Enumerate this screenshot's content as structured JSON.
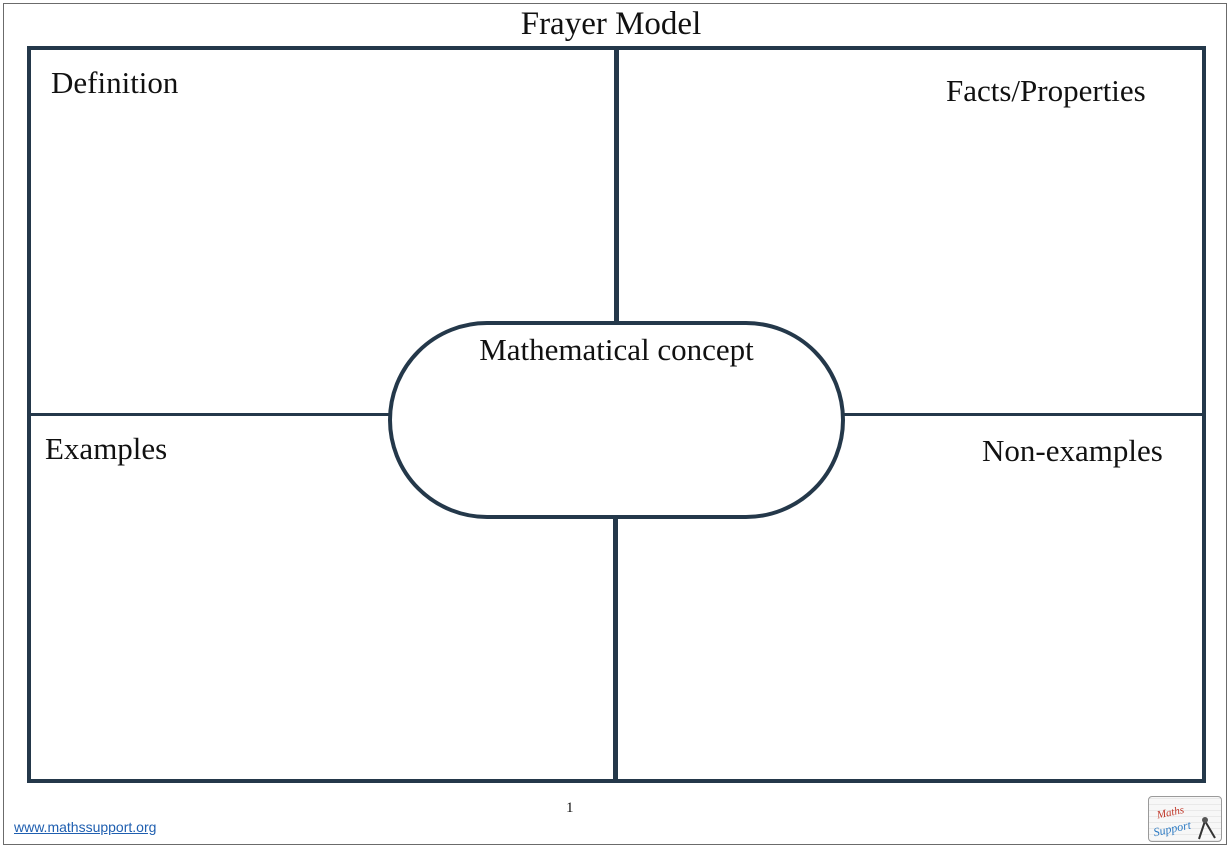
{
  "document": {
    "title": "Frayer Model",
    "center_label": "Mathematical concept",
    "quadrants": {
      "top_left": "Definition",
      "top_right": "Facts/Properties",
      "bottom_left": "Examples",
      "bottom_right": "Non-examples"
    }
  },
  "footer": {
    "website": "www.mathssupport.org",
    "page_number": "1",
    "logo_text_top": "Maths",
    "logo_text_bottom": "Support"
  },
  "colors": {
    "line": "#24384a",
    "link": "#1f5fb0"
  }
}
